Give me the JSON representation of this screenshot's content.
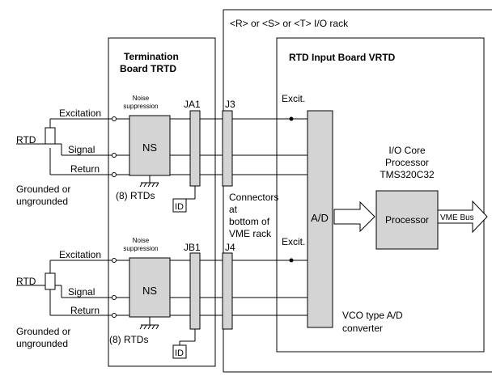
{
  "rack": {
    "title": "<R> or <S> or <T> I/O rack"
  },
  "termination_board": {
    "title_line1": "Termination",
    "title_line2": "Board  TRTD"
  },
  "rtd_input_board": {
    "title": "RTD Input Board VRTD"
  },
  "channels": [
    {
      "rtd_label": "RTD",
      "excitation_label": "Excitation",
      "signal_label": "Signal",
      "return_label": "Return",
      "noise_label_line1": "Noise",
      "noise_label_line2": "suppression",
      "ns_label": "NS",
      "jumper_label": "JA1",
      "connector_label": "J3",
      "rtd_count_label": "(8) RTDs",
      "id_label": "ID",
      "grounded_line1": "Grounded or",
      "grounded_line2": "ungrounded",
      "excit_label": "Excit."
    },
    {
      "rtd_label": "RTD",
      "excitation_label": "Excitation",
      "signal_label": "Signal",
      "return_label": "Return",
      "noise_label_line1": "Noise",
      "noise_label_line2": "suppression",
      "ns_label": "NS",
      "jumper_label": "JB1",
      "connector_label": "J4",
      "rtd_count_label": "(8) RTDs",
      "id_label": "ID",
      "grounded_line1": "Grounded or",
      "grounded_line2": "ungrounded",
      "excit_label": "Excit."
    }
  ],
  "connectors_note": {
    "line1": "Connectors",
    "line2": "at",
    "line3": "bottom of",
    "line4": "VME rack"
  },
  "ad": {
    "label": "A/D"
  },
  "processor_title": {
    "line1": "I/O Core",
    "line2": "Processor",
    "line3": "TMS320C32"
  },
  "processor": {
    "label": "Processor"
  },
  "vme_bus": {
    "label": "VME Bus"
  },
  "vco_note": {
    "line1": "VCO type A/D",
    "line2": "converter"
  }
}
